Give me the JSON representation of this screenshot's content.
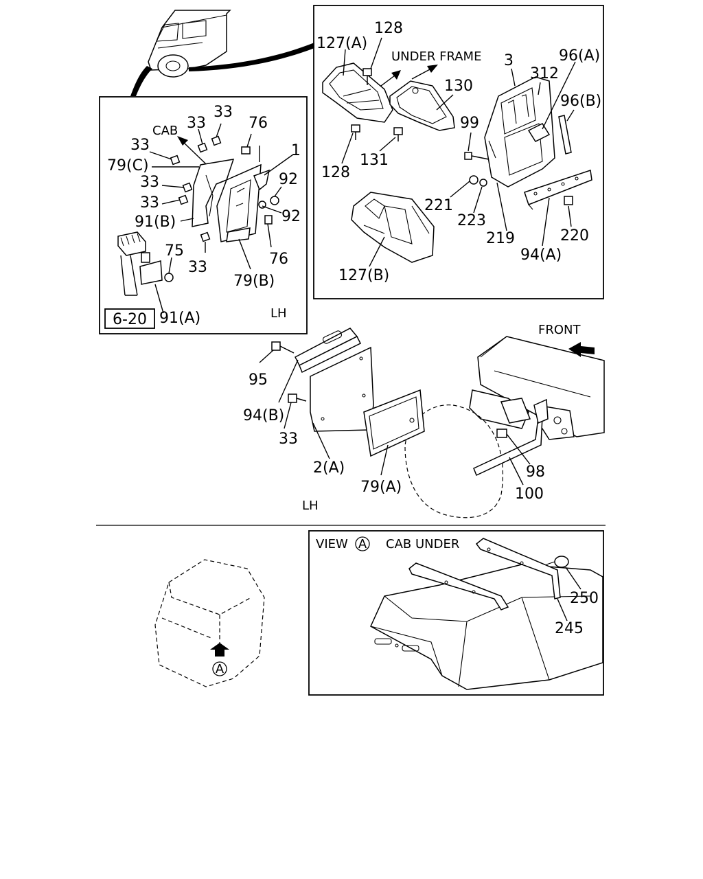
{
  "texts": {
    "under_frame": "UNDER FRAME",
    "front": "FRONT",
    "cab_arrow": "CAB",
    "lh_inset": "LH",
    "lh_main": "LH",
    "ref_6_20": "6-20",
    "view": "VIEW",
    "view_marker": "A",
    "cab_under": "CAB UNDER",
    "cab_marker": "A"
  },
  "callouts": {
    "c128a": "128",
    "c127a": "127(A)",
    "c3": "3",
    "c312": "312",
    "c96a": "96(A)",
    "c96b": "96(B)",
    "c130": "130",
    "c99": "99",
    "c128b": "128",
    "c131": "131",
    "c221": "221",
    "c223": "223",
    "c219": "219",
    "c220": "220",
    "c94a": "94(A)",
    "c127b": "127(B)",
    "c33a": "33",
    "c33b": "33",
    "c76a": "76",
    "c33c": "33",
    "c1": "1",
    "c79c": "79(C)",
    "c33d": "33",
    "c92a": "92",
    "c33e": "33",
    "c92b": "92",
    "c91b": "91(B)",
    "c75": "75",
    "c76b": "76",
    "c33f": "33",
    "c79b": "79(B)",
    "c91a": "91(A)",
    "c95": "95",
    "c94b": "94(B)",
    "c33g": "33",
    "c2a": "2(A)",
    "c79a": "79(A)",
    "c98": "98",
    "c100": "100",
    "c250": "250",
    "c245": "245"
  }
}
